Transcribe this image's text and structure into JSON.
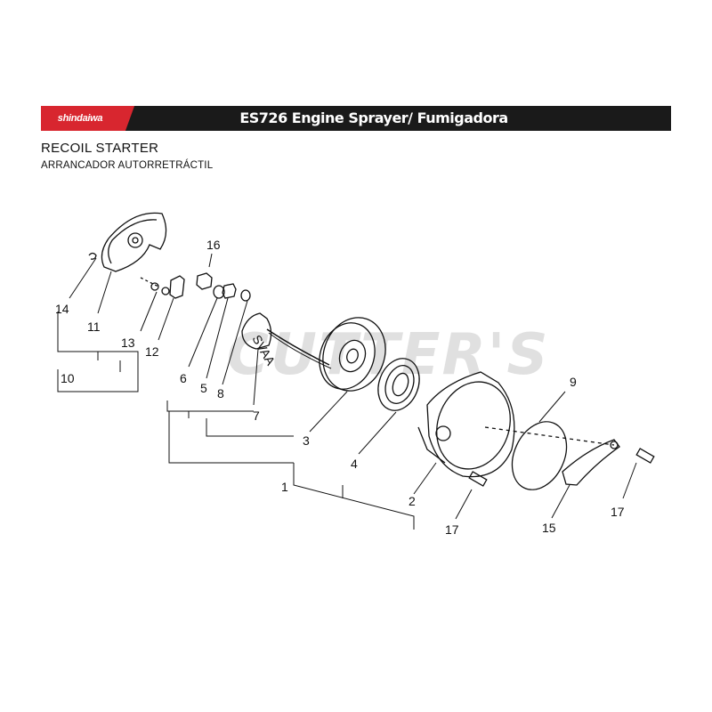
{
  "header": {
    "brand": "shindaiwa",
    "title": "ES726 Engine Sprayer/ Fumigadora"
  },
  "section": {
    "title": "RECOIL STARTER",
    "subtitle": "ARRANCADOR AUTORRETRÁCTIL"
  },
  "watermark": "CUTTER'S",
  "callouts": {
    "c1": "1",
    "c2": "2",
    "c3": "3",
    "c4": "4",
    "c5": "5",
    "c6": "6",
    "c7": "7",
    "c8": "8",
    "c9": "9",
    "c10": "10",
    "c11": "11",
    "c12": "12",
    "c13": "13",
    "c14": "14",
    "c15": "15",
    "c16": "16",
    "c17a": "17",
    "c17b": "17"
  },
  "part_marking": "SVAA",
  "colors": {
    "brand_red": "#d8262f",
    "header_bg": "#1a1a1a"
  }
}
